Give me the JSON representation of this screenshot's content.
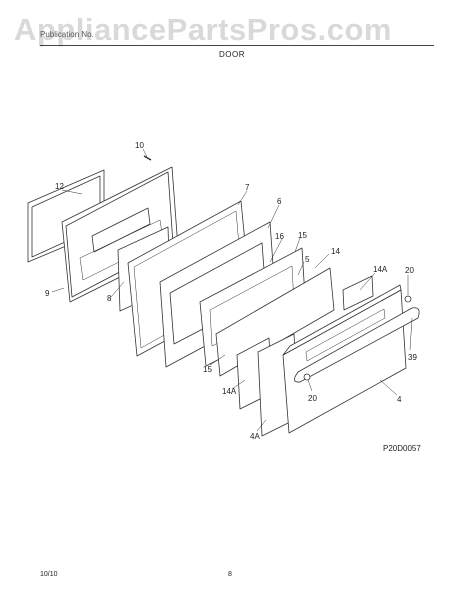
{
  "watermark": "AppliancePartsPros.com",
  "header": {
    "left_text": "Publication No.",
    "right_text": "",
    "section_title": "DOOR"
  },
  "callouts": {
    "c10": "10",
    "c12": "12",
    "c7": "7",
    "c6": "6",
    "c16": "16",
    "c15a": "15",
    "c14": "14",
    "c5": "5",
    "c14a_top": "14A",
    "c20a": "20",
    "c9": "9",
    "c8": "8",
    "c39": "39",
    "c15b": "15",
    "c14a_low": "14A",
    "c20b": "20",
    "c4": "4",
    "c4a": "4A"
  },
  "diagram_code": "P20D0057",
  "footer": {
    "date": "10/10",
    "page": "8"
  }
}
